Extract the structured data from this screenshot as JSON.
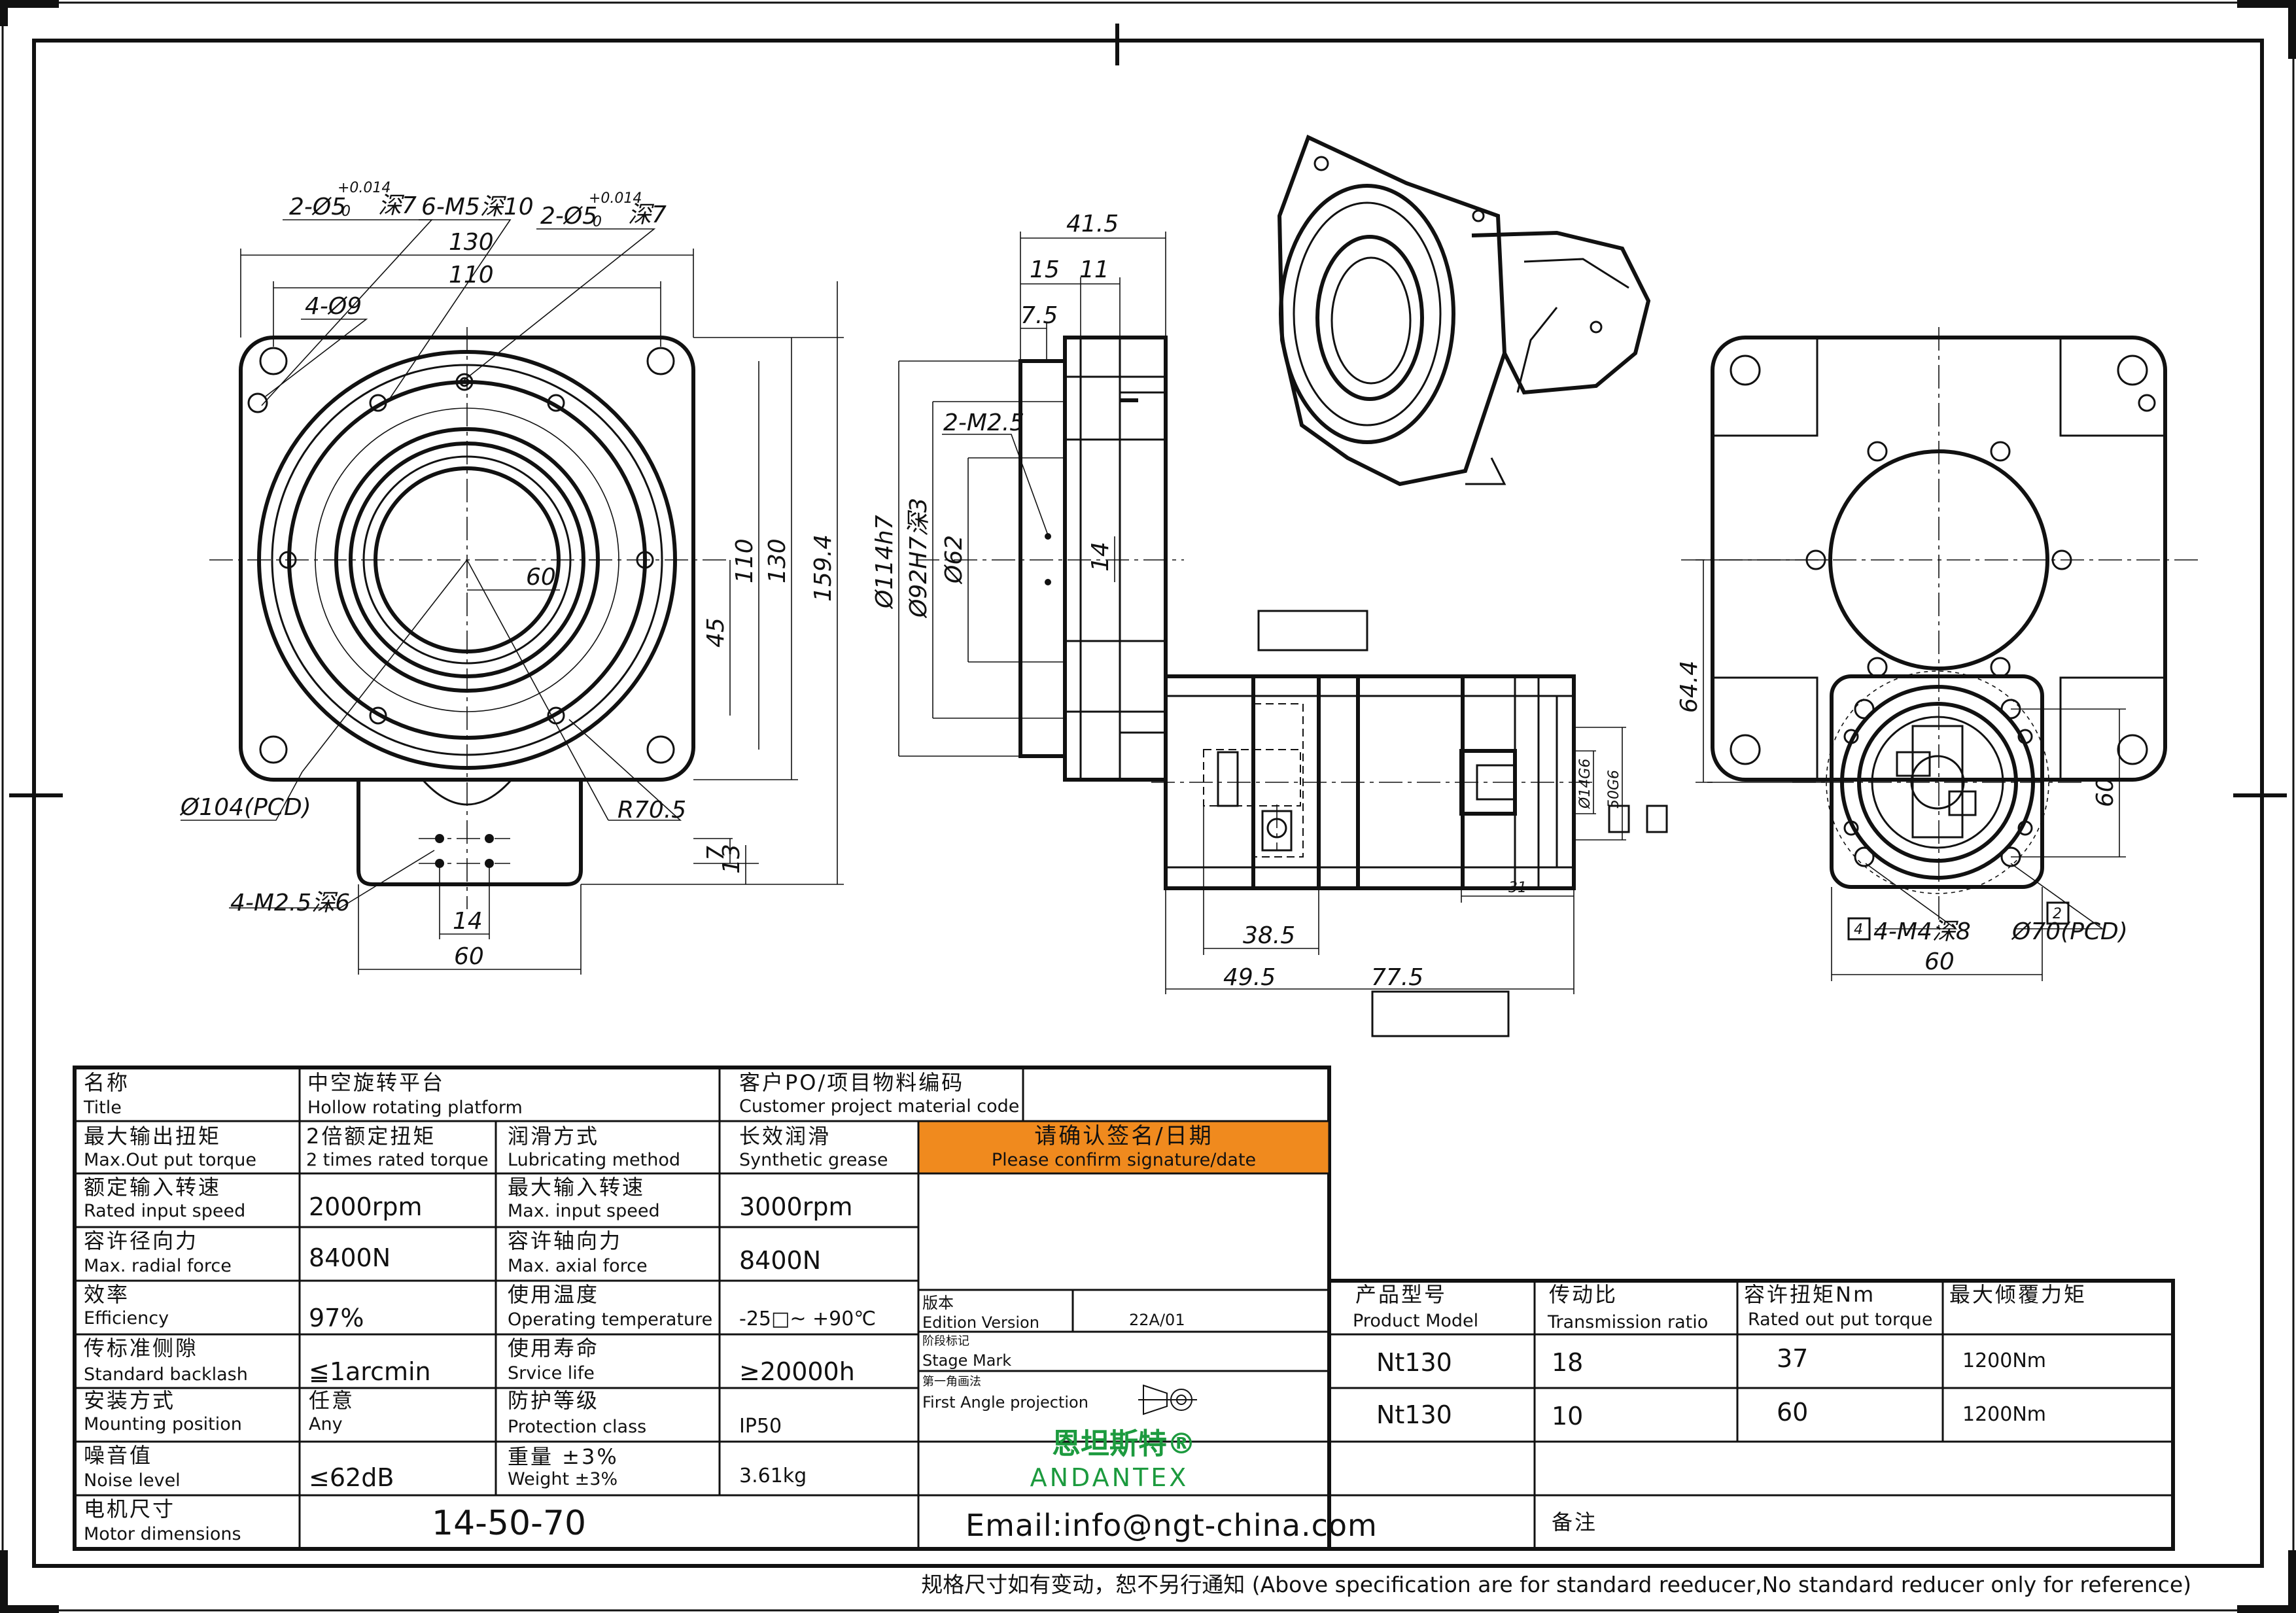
{
  "drawing": {
    "front_view_dims": {
      "holes_top_left": "2-Ø5",
      "tol_upper": "+0.014",
      "tol_lower": "0",
      "depth_a": "深7",
      "m5_holes": "6-M5深10",
      "holes_top_right": "2-Ø5",
      "depth_b": "深7",
      "d130_top": "130",
      "d110_top": "110",
      "holes_4_9": "4-Ø9",
      "d60_center": "60",
      "d45": "45",
      "d110_side": "110",
      "d130_side": "130",
      "d159_4": "159.4",
      "pcd104": "Ø104(PCD)",
      "r70_5": "R70.5",
      "d7": "7",
      "d13": "13",
      "m2_5_holes": "4-M2.5深6",
      "d14": "14",
      "d60_bottom": "60"
    },
    "side_view_dims": {
      "d41_5": "41.5",
      "d15": "15",
      "d11": "11",
      "d7_5": "7.5",
      "m2_5": "2-M2.5",
      "d114": "Ø114h7",
      "d92": "Ø92H7深3",
      "d62": "Ø62",
      "d14": "14",
      "d14g6": "Ø14G6",
      "d50g6": "50G6",
      "d31": "31",
      "d38_5": "38.5",
      "d49_5": "49.5",
      "d77_5": "77.5"
    },
    "rear_view_dims": {
      "d64_4": "64.4",
      "d60_side": "60",
      "m4_holes": "4-M4深8",
      "circ4": "4",
      "pcd70": "Ø70(PCD)",
      "circ2": "2",
      "d60_bottom": "60"
    }
  },
  "spec_table": {
    "title_cn": "名称",
    "title_en": "Title",
    "title_value_cn": "中空旋转平台",
    "title_value_en": "Hollow rotating platform",
    "customer_code_cn": "客户PO/项目物料编码",
    "customer_code_en": "Customer project material code",
    "confirm_cn": "请确认签名/日期",
    "confirm_en": "Please confirm signature/date",
    "rows": [
      {
        "label_cn": "最大输出扭矩",
        "label_en": "Max.Out put torque",
        "value_cn": "2倍额定扭矩",
        "value_en": "2 times rated torque",
        "label2_cn": "润滑方式",
        "label2_en": "Lubricating method",
        "value2_cn": "长效润滑",
        "value2_en": "Synthetic grease"
      },
      {
        "label_cn": "额定输入转速",
        "label_en": "Rated input speed",
        "value": "2000rpm",
        "label2_cn": "最大输入转速",
        "label2_en": "Max. input speed",
        "value2": "3000rpm"
      },
      {
        "label_cn": "容许径向力",
        "label_en": "Max. radial force",
        "value": "8400N",
        "label2_cn": "容许轴向力",
        "label2_en": "Max. axial force",
        "value2": "8400N"
      },
      {
        "label_cn": "效率",
        "label_en": "Efficiency",
        "value": "97%",
        "label2_cn": "使用温度",
        "label2_en": "Operating temperature",
        "value2": "-25□~ +90℃"
      },
      {
        "label_cn": "传标准侧隙",
        "label_en": "Standard backlash",
        "value": "≦1arcmin",
        "label2_cn": "使用寿命",
        "label2_en": "Srvice life",
        "value2": "≥20000h"
      },
      {
        "label_cn": "安装方式",
        "label_en": "Mounting position",
        "value_cn": "任意",
        "value_en": "Any",
        "label2_cn": "防护等级",
        "label2_en": "Protection class",
        "value2": "IP50"
      },
      {
        "label_cn": "噪音值",
        "label_en": "Noise level",
        "value": "≤62dB",
        "label2_cn": "重量 ±3%",
        "label2_en": "Weight ±3%",
        "value2": "3.61kg"
      }
    ],
    "motor_cn": "电机尺寸",
    "motor_en": "Motor dimensions",
    "motor_value": "14-50-70",
    "email": "Email:info@ngt-china.com",
    "edition_cn": "版本",
    "edition_en": "Edition Version",
    "edition_value": "22A/01",
    "stage_cn": "阶段标记",
    "stage_en": "Stage Mark",
    "projection_cn": "第一角画法",
    "projection_en": "First Angle projection",
    "brand_cn": "恩坦斯特®",
    "brand_en": "ANDANTEX",
    "brand_color": "#1c9a3e",
    "confirm_color": "#f08a1e"
  },
  "model_table": {
    "headers": [
      {
        "cn": "产品型号",
        "en": "Product Model"
      },
      {
        "cn": "传动比",
        "en": "Transmission ratio"
      },
      {
        "cn": "容许扭矩Nm",
        "en": "Rated out put torque"
      },
      {
        "cn": "最大倾覆力矩",
        "en": ""
      }
    ],
    "rows": [
      [
        "Nt130",
        "18",
        "37",
        "1200Nm"
      ],
      [
        "Nt130",
        "10",
        "60",
        "1200Nm"
      ]
    ],
    "remark_cn": "备注"
  },
  "footer": "规格尺寸如有变动，恕不另行通知  (Above specification are for standard reeducer,No standard reducer only for reference)"
}
